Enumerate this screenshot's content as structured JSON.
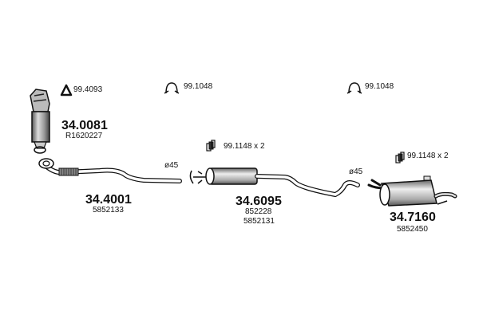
{
  "accessories": [
    {
      "icon": "gasket-icon",
      "label": "99.4093"
    },
    {
      "icon": "clamp-icon",
      "label": "99.1048"
    },
    {
      "icon": "clamp-icon",
      "label": "99.1048"
    },
    {
      "icon": "rubber-mount-icon",
      "label": "99.1148 x 2"
    },
    {
      "icon": "rubber-mount-icon",
      "label": "99.1148 x 2"
    }
  ],
  "parts": [
    {
      "code": "34.0081",
      "oem": [
        "R1620227"
      ]
    },
    {
      "code": "34.4001",
      "oem": [
        "5852133"
      ],
      "diameter": "ø45"
    },
    {
      "code": "34.6095",
      "oem": [
        "852228",
        "5852131"
      ],
      "diameter": "ø45"
    },
    {
      "code": "34.7160",
      "oem": [
        "5852450"
      ]
    }
  ]
}
